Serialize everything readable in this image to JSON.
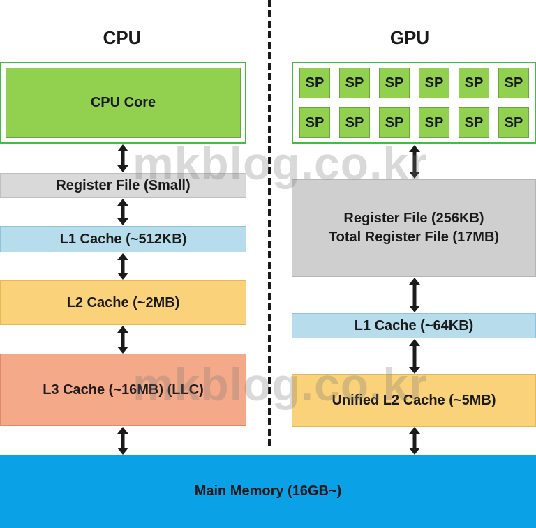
{
  "headings": {
    "cpu": "CPU",
    "gpu": "GPU"
  },
  "cpu": {
    "core": "CPU Core",
    "register_file": "Register File (Small)",
    "l1": "L1 Cache (~512KB)",
    "l2": "L2 Cache (~2MB)",
    "l3": "L3 Cache (~16MB) (LLC)"
  },
  "gpu": {
    "sp_label": "SP",
    "sp_units": [
      "SP",
      "SP",
      "SP",
      "SP",
      "SP",
      "SP",
      "SP",
      "SP",
      "SP",
      "SP",
      "SP",
      "SP"
    ],
    "register_file_line1": "Register File (256KB)",
    "register_file_line2": "Total Register File (17MB)",
    "l1": "L1 Cache (~64KB)",
    "l2": "Unified L2 Cache (~5MB)"
  },
  "main_memory": "Main Memory (16GB~)",
  "watermark": "mkblog.co.kr",
  "colors": {
    "core_green": "#92d050",
    "register_gray": "#d9d9d9",
    "l1_blue": "#b7dcec",
    "l2_orange": "#fad27a",
    "l3_salmon": "#f4a988",
    "main_memory_blue": "#0ba1e6"
  }
}
